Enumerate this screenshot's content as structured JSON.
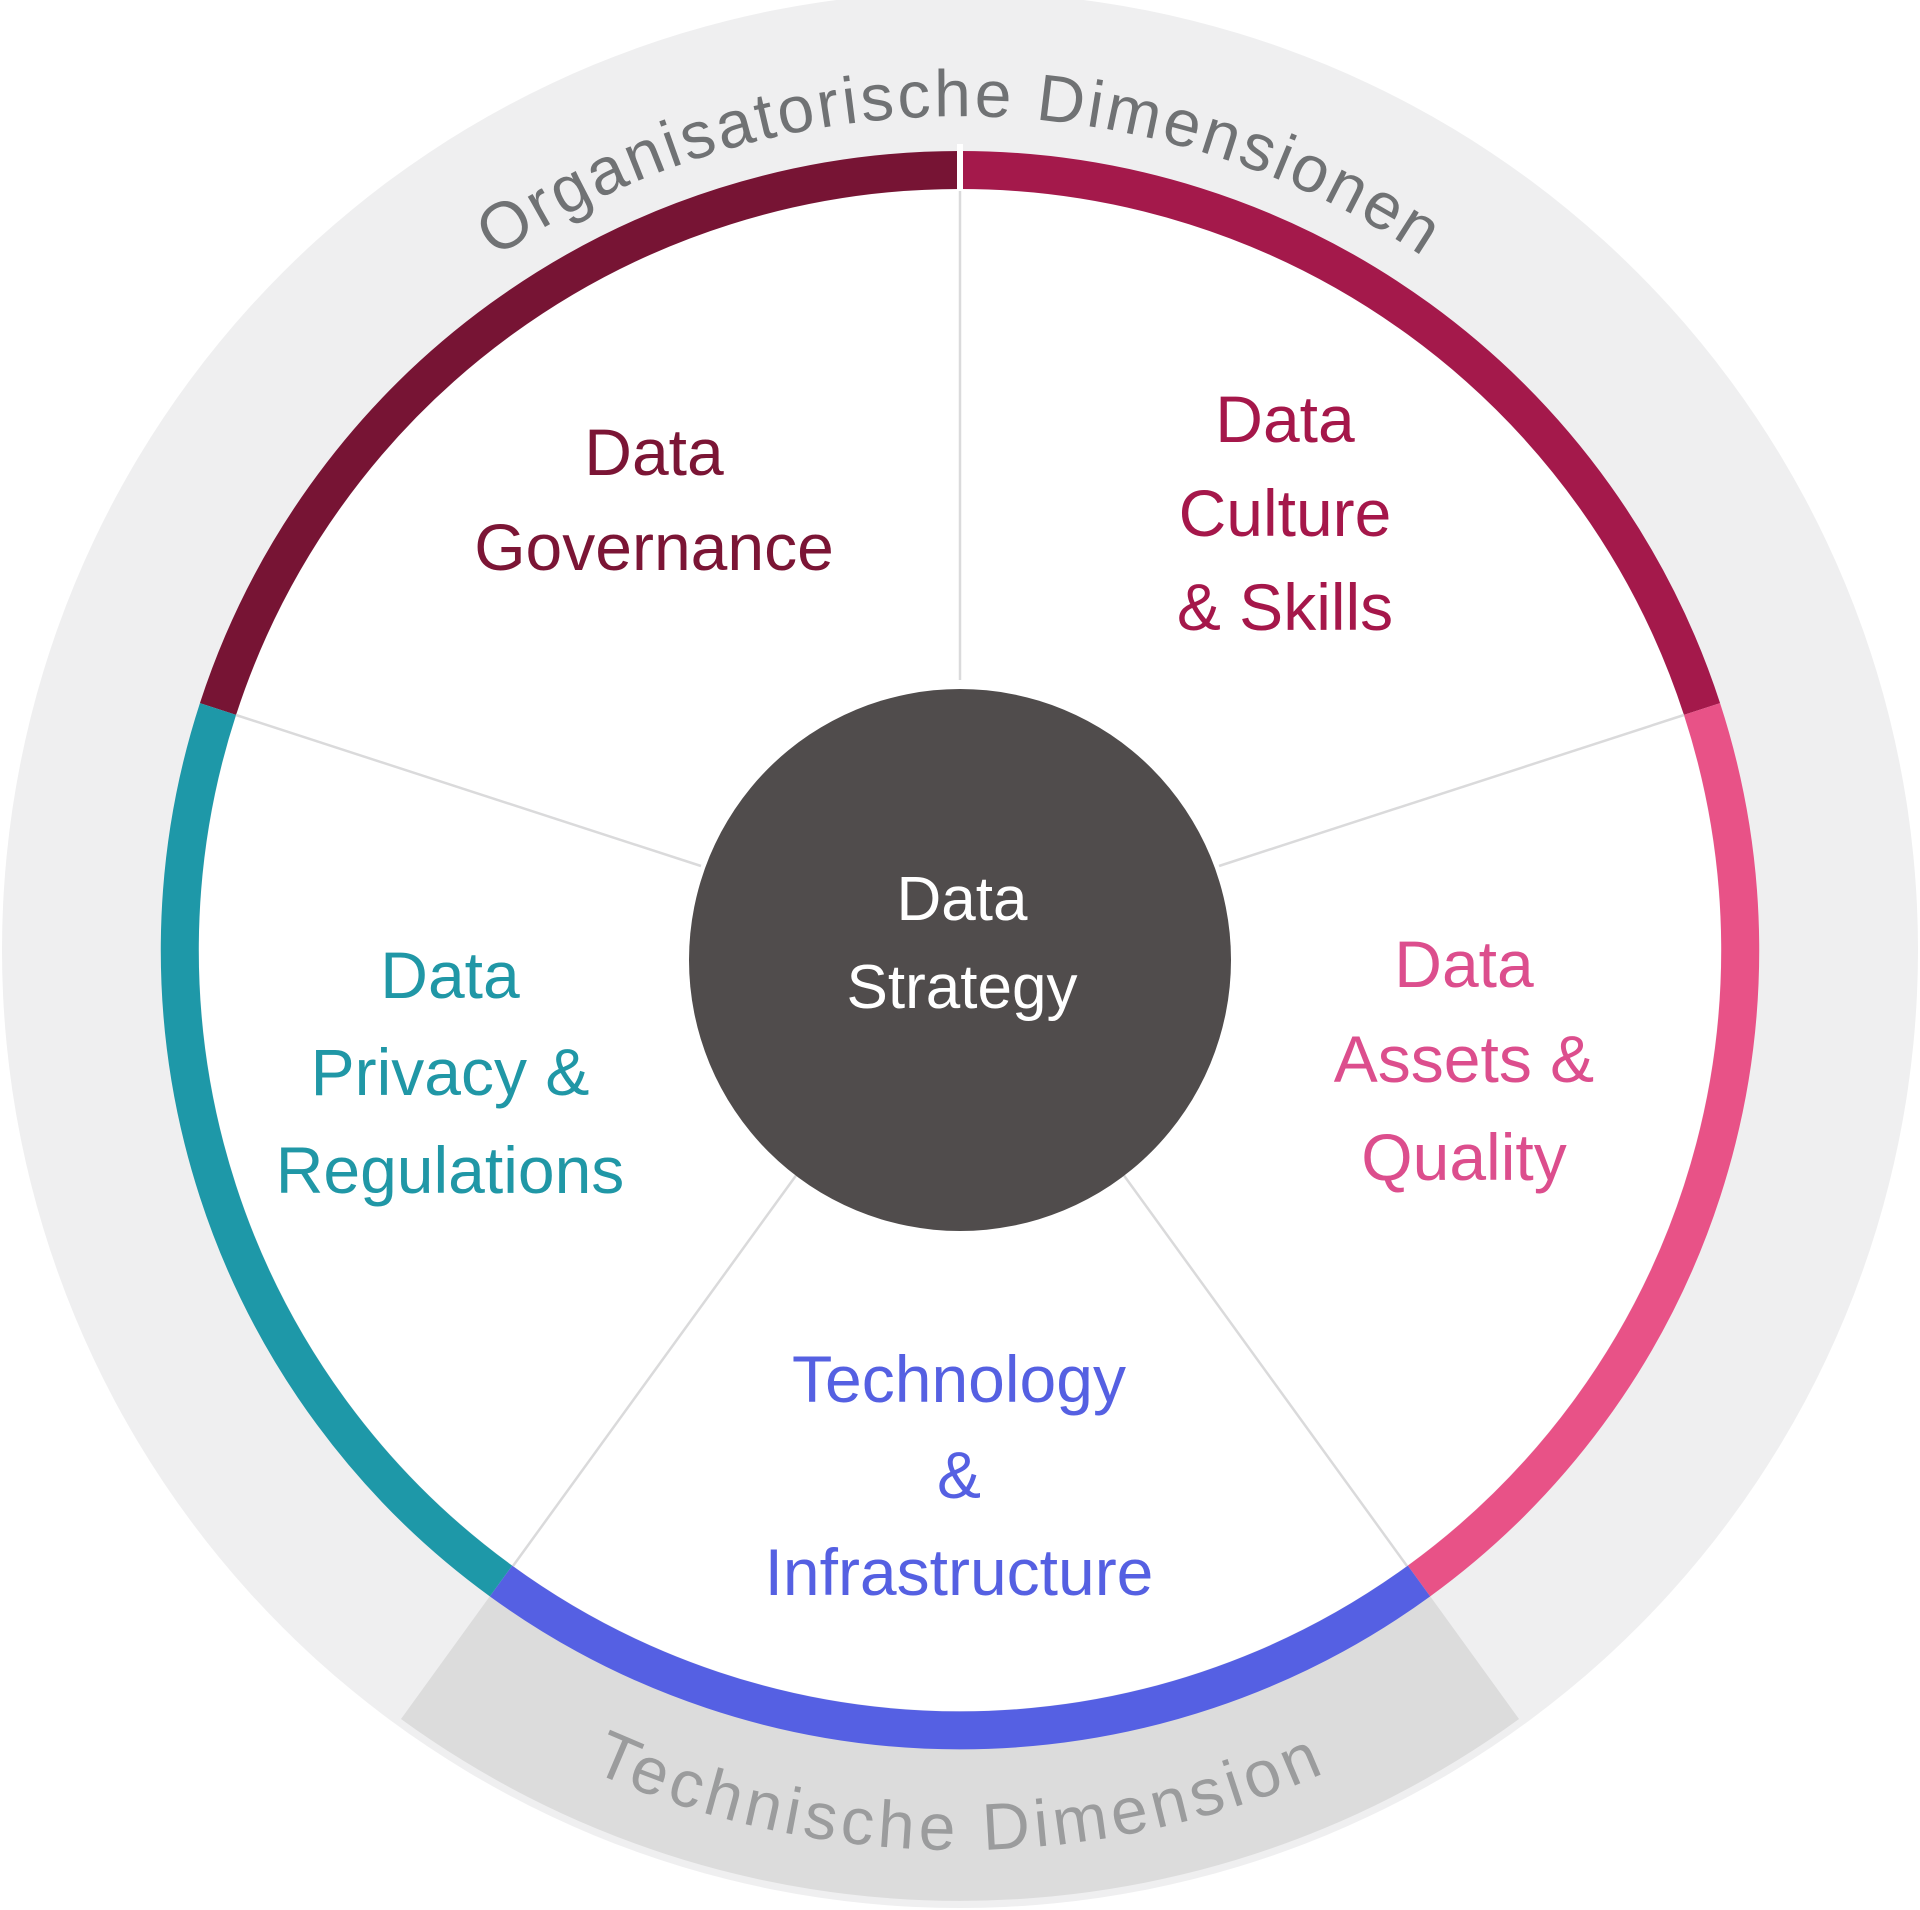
{
  "center": {
    "lines": [
      "Data",
      "Strategy"
    ],
    "bg_color": "#504C4C",
    "text_color": "#FFFFFF"
  },
  "segments": [
    {
      "name": "data-governance",
      "lines": [
        "Data",
        "Governance"
      ],
      "text_color": "#7B1535",
      "arc_color": "#771434"
    },
    {
      "name": "data-culture-skills",
      "lines": [
        "Data",
        "Culture",
        "& Skills"
      ],
      "text_color": "#A5174A",
      "arc_color": "#A4194B"
    },
    {
      "name": "data-assets-quality",
      "lines": [
        "Data",
        "Assets &",
        "Quality"
      ],
      "text_color": "#DC4E8D",
      "arc_color": "#E85287"
    },
    {
      "name": "technology-infrastructure",
      "lines": [
        "Technology",
        "&",
        "Infrastructure"
      ],
      "text_color": "#5560E2",
      "arc_color": "#5560E3"
    },
    {
      "name": "data-privacy-regulations",
      "lines": [
        "Data",
        "Privacy &",
        "Regulations"
      ],
      "text_color": "#2097A6",
      "arc_color": "#1E98A8"
    }
  ],
  "outer_ring": {
    "top_label": "Organisatorische Dimensionen",
    "bottom_label": "Technische Dimension",
    "top_label_color": "#707274",
    "bottom_label_color": "#9B9C9D",
    "ring_color": "#EFEFF0",
    "technical_wedge_color": "#DCDCDC",
    "divider_color": "#DADADB",
    "inner_fill": "#FFFFFF"
  }
}
